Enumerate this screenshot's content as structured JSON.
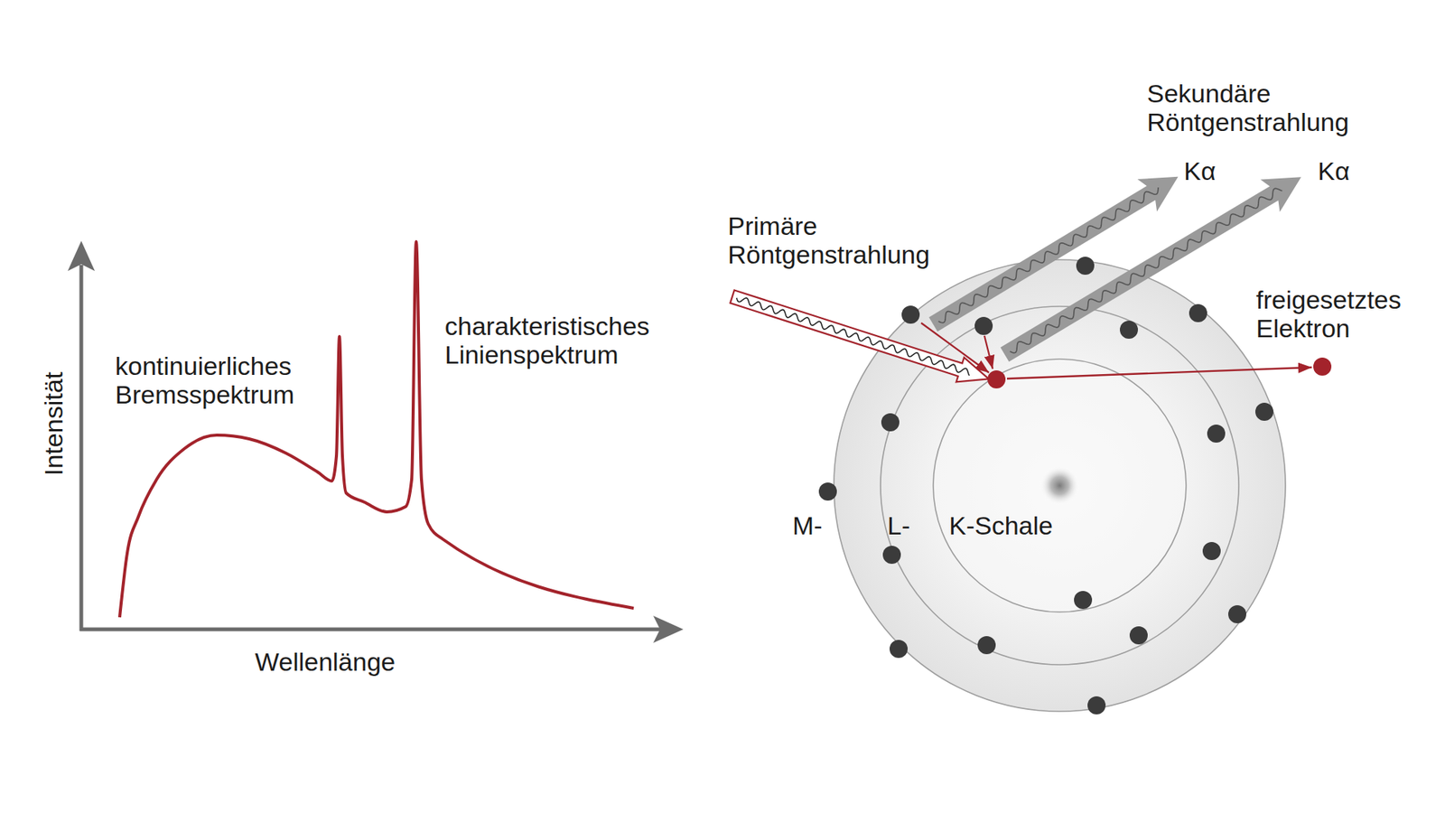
{
  "diagram": {
    "labels": [
      "Sekundäre Röntgenstrahlung",
      "Kα",
      "Kα",
      "Primäre Röntgenstrahlung",
      "charakteristisches Linienspektrum",
      "freigesetztes Elektron",
      "kontinuierliches Bremsspektrum",
      "Intensität",
      "M-",
      "L-",
      "K-Schale",
      "Wellenlänge"
    ]
  }
}
